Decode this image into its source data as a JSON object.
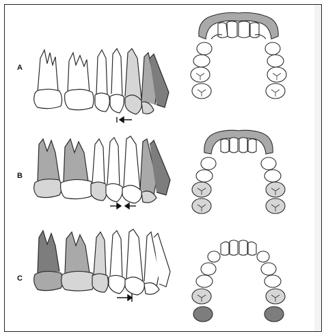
{
  "panels": [
    {
      "label": "A",
      "arrow": "left"
    },
    {
      "label": "B",
      "arrow": "converging"
    },
    {
      "label": "C",
      "arrow": "right"
    }
  ],
  "colors": {
    "outline": "#2a2a2a",
    "shade_dark": "#7d7d7d",
    "shade_mid": "#a9a9a9",
    "shade_light": "#d6d6d6",
    "paper": "#ffffff"
  }
}
